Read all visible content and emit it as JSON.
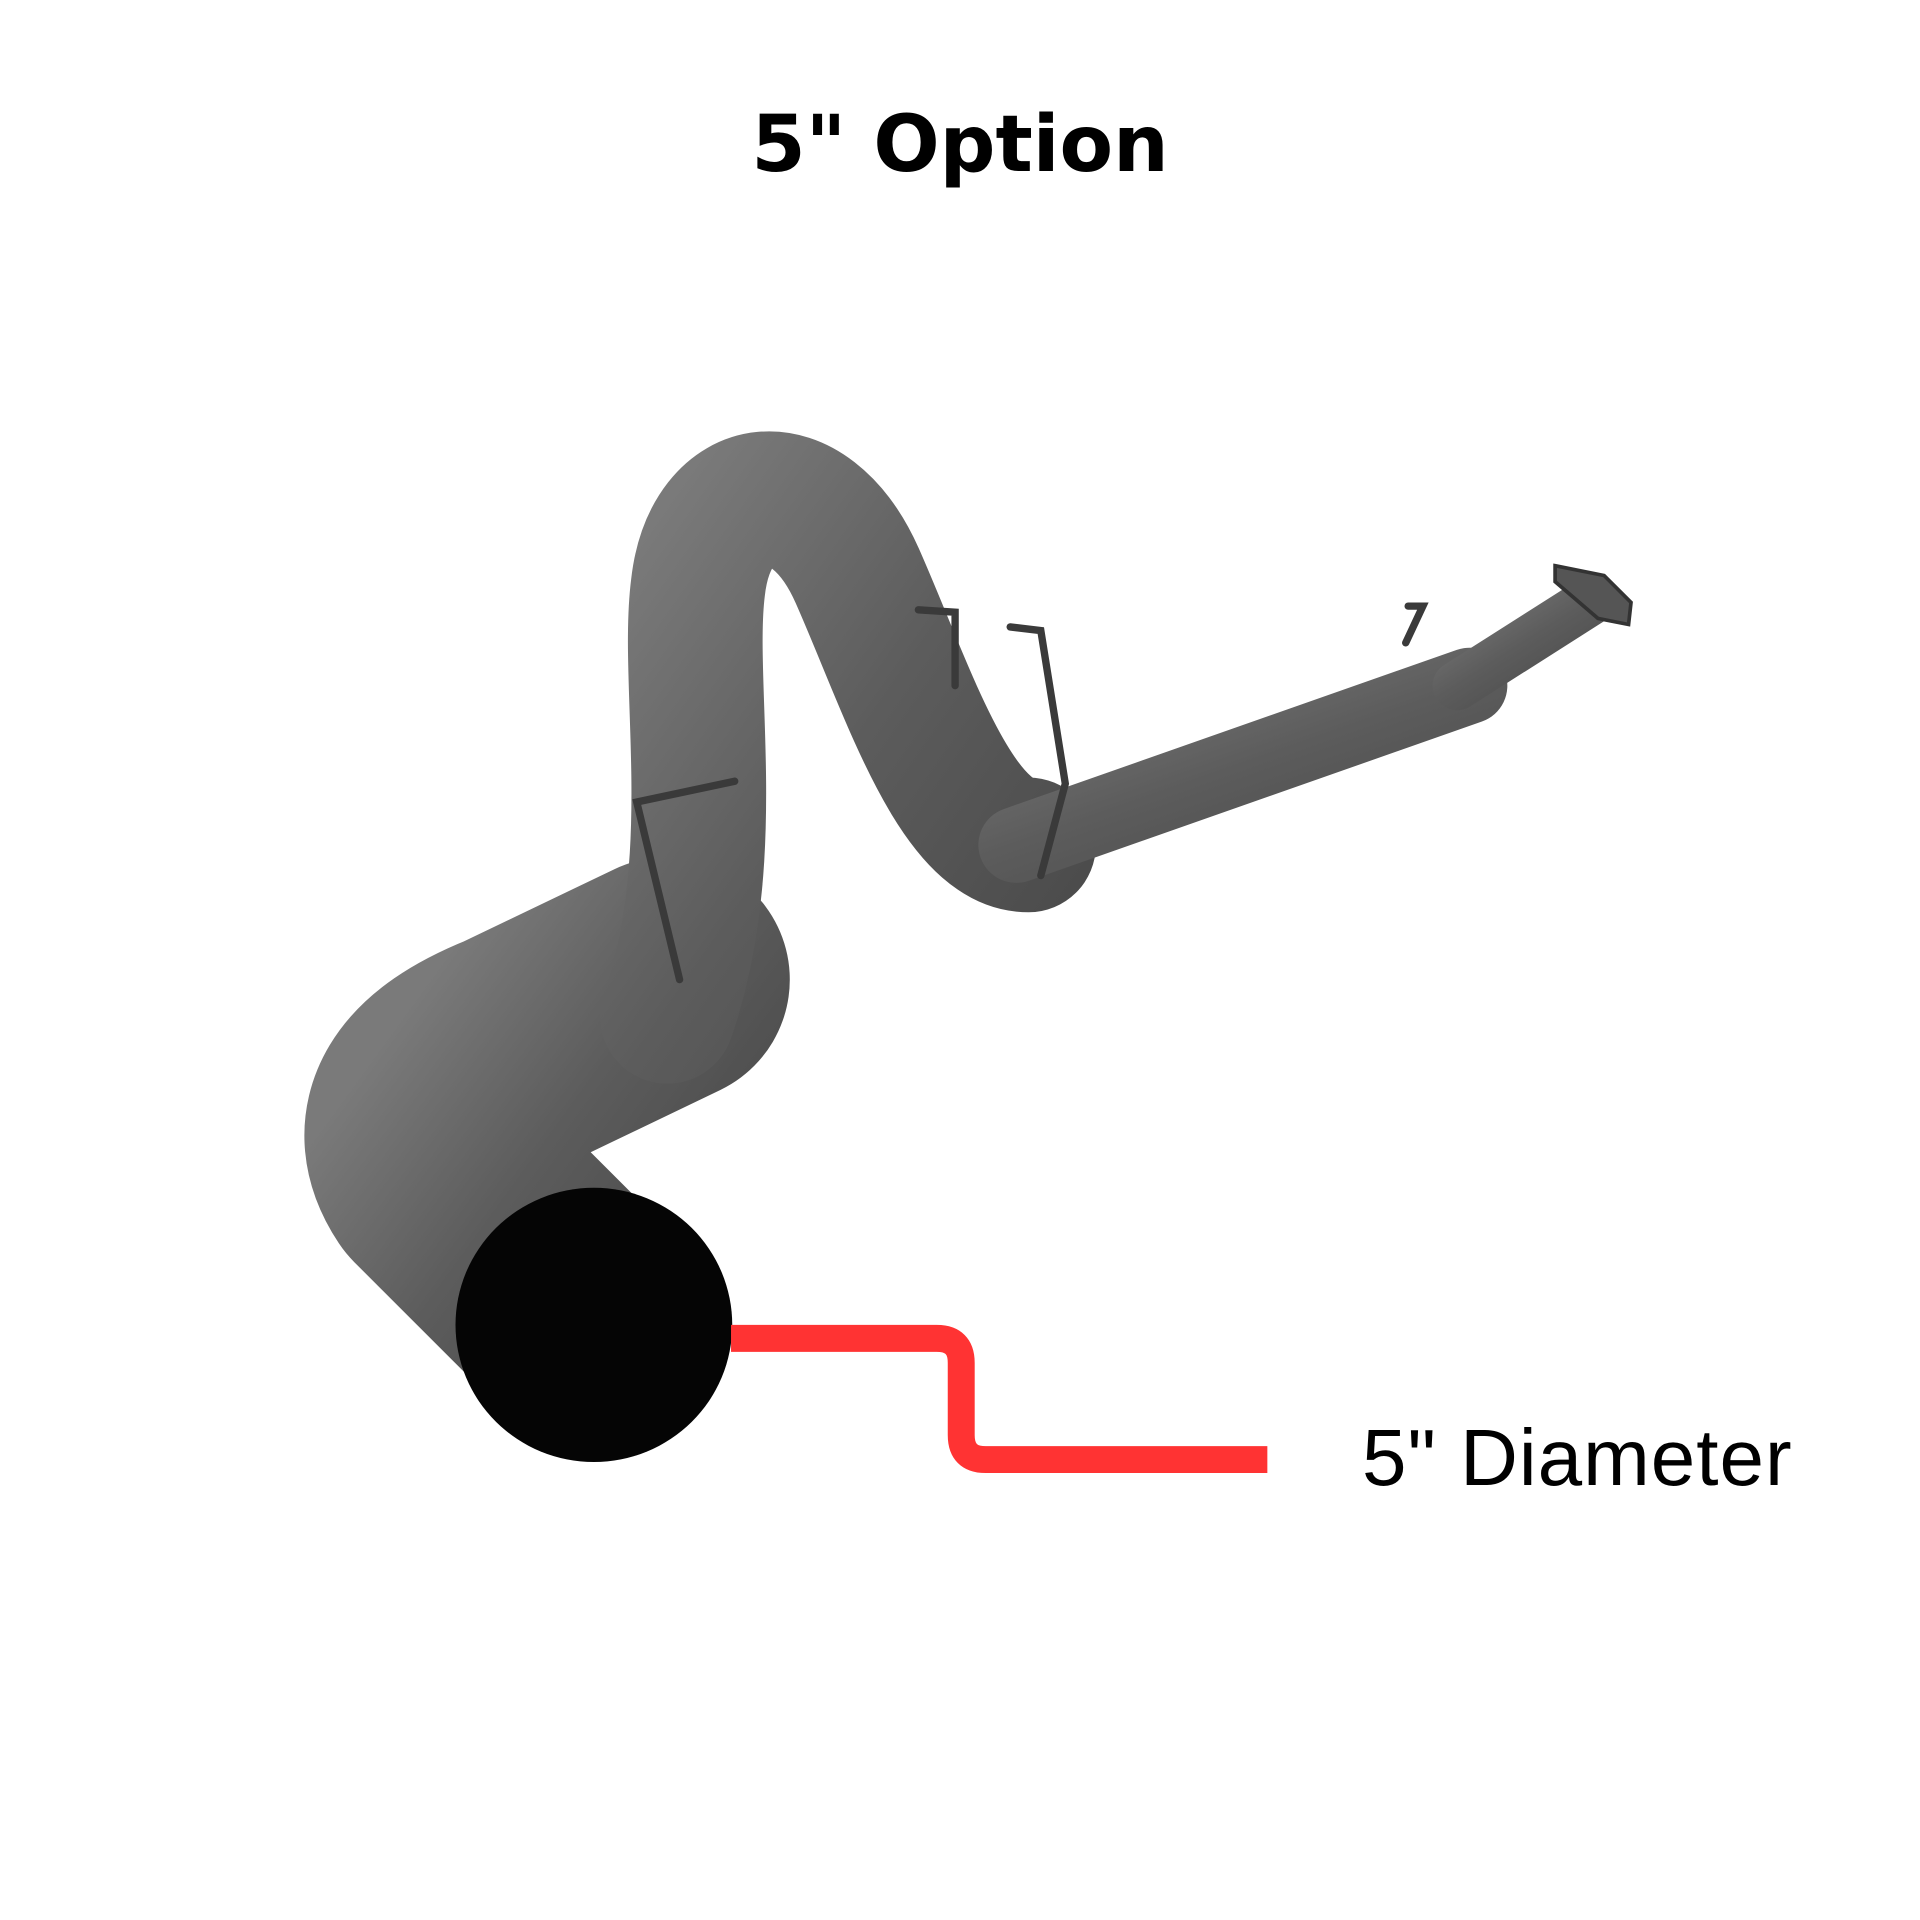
{
  "title": "5\" Option",
  "callout": {
    "label": "5\" Diameter",
    "line_color": "#ff3333"
  },
  "image": {
    "subject": "exhaust-pipe",
    "pipe_color": "#6a6a6a"
  }
}
